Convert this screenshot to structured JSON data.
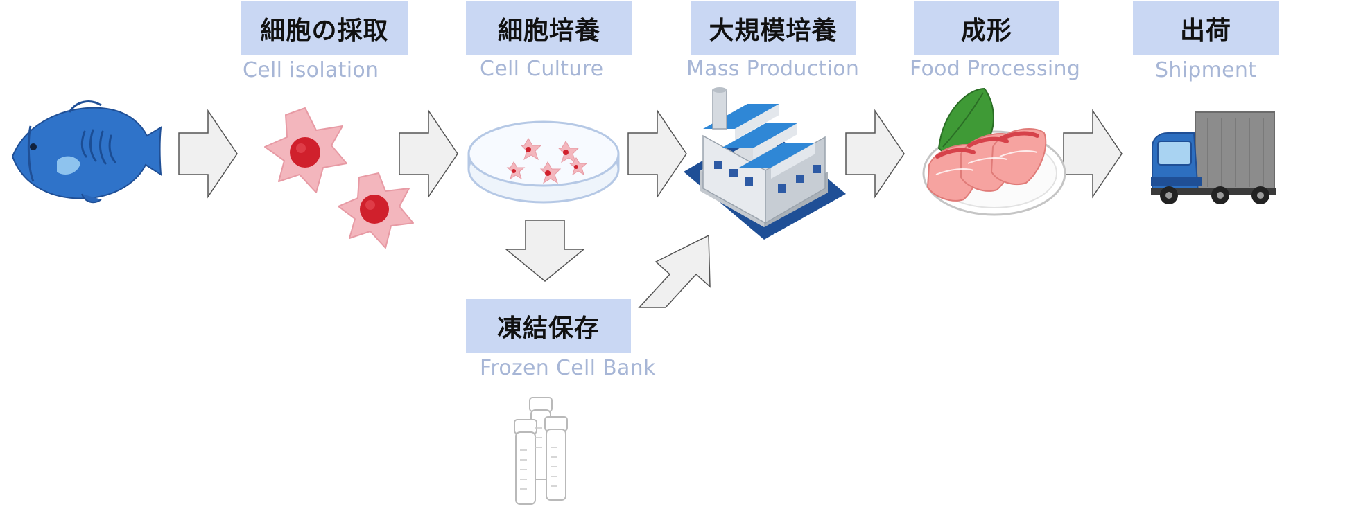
{
  "stages": [
    {
      "ja": "細胞の採取",
      "en": "Cell isolation"
    },
    {
      "ja": "細胞培養",
      "en": "Cell Culture"
    },
    {
      "ja": "大規模培養",
      "en": "Mass Production"
    },
    {
      "ja": "成形",
      "en": "Food Processing"
    },
    {
      "ja": "出荷",
      "en": "Shipment"
    }
  ],
  "side_stage": {
    "ja": "凍結保存",
    "en": "Frozen Cell Bank"
  },
  "icons": [
    "fish-icon",
    "cells-icon",
    "petri-dish-icon",
    "factory-icon",
    "sashimi-icon",
    "truck-icon",
    "cryo-vials-icon"
  ],
  "colors": {
    "label_bg": "#c9d7f3",
    "label_en": "#a7b6d6",
    "arrow_fill": "#f0f0f0",
    "arrow_stroke": "#555555",
    "fish": "#2f73c9",
    "cell": "#f3b6bd",
    "nucleus": "#d0202c",
    "factory_roof": "#2f87d6",
    "truck_cab": "#2d6fc0",
    "truck_box": "#8c8c8c"
  }
}
